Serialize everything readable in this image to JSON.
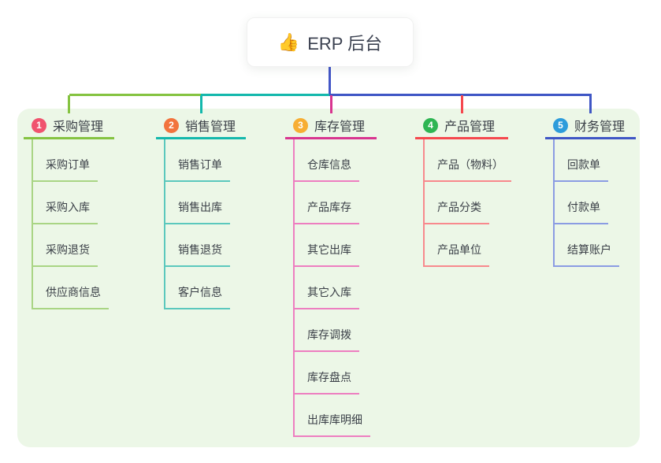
{
  "root": {
    "icon": "👍",
    "label": "ERP 后台"
  },
  "colors": {
    "panel_bg": "#ECF7E7",
    "root_text": "#3B4150",
    "node_text": "#3A3F47",
    "stem_blue": "#4356C7"
  },
  "branches": [
    {
      "num": "1",
      "label": "采购管理",
      "color": "#85C341",
      "light": "#A9D584",
      "circle": "#F0536E",
      "children": [
        "采购订单",
        "采购入库",
        "采购退货",
        "供应商信息"
      ]
    },
    {
      "num": "2",
      "label": "销售管理",
      "color": "#14B8AC",
      "light": "#5BC8BD",
      "circle": "#F2733D",
      "children": [
        "销售订单",
        "销售出库",
        "销售退货",
        "客户信息"
      ]
    },
    {
      "num": "3",
      "label": "库存管理",
      "color": "#D8358F",
      "light": "#ED7EC0",
      "circle": "#F7AE33",
      "children": [
        "仓库信息",
        "产品库存",
        "其它出库",
        "其它入库",
        "库存调拨",
        "库存盘点",
        "出库库明细"
      ]
    },
    {
      "num": "4",
      "label": "产品管理",
      "color": "#F5484E",
      "light": "#F8898D",
      "circle": "#2EB553",
      "children": [
        "产品（物料）",
        "产品分类",
        "产品单位"
      ]
    },
    {
      "num": "5",
      "label": "财务管理",
      "color": "#3F56C5",
      "light": "#8B9CE3",
      "circle": "#2D9CDB",
      "children": [
        "回款单",
        "付款单",
        "结算账户"
      ]
    }
  ]
}
